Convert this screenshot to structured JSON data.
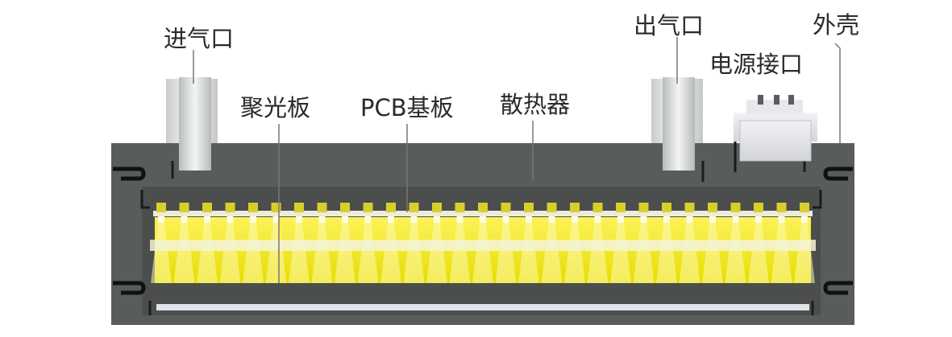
{
  "labels": {
    "inlet": "进气口",
    "outlet": "出气口",
    "shell": "外壳",
    "power_port": "电源接口",
    "lens_plate": "聚光板",
    "pcb": "PCB基板",
    "heatsink": "散热器"
  },
  "colors": {
    "housing": "#585c5a",
    "housing_dark": "#454846",
    "led_glow": "#f7ec12",
    "led_core": "#fff89a",
    "fitting": "#e4e6e6",
    "leader_line": "#777777"
  },
  "led_count": 29
}
